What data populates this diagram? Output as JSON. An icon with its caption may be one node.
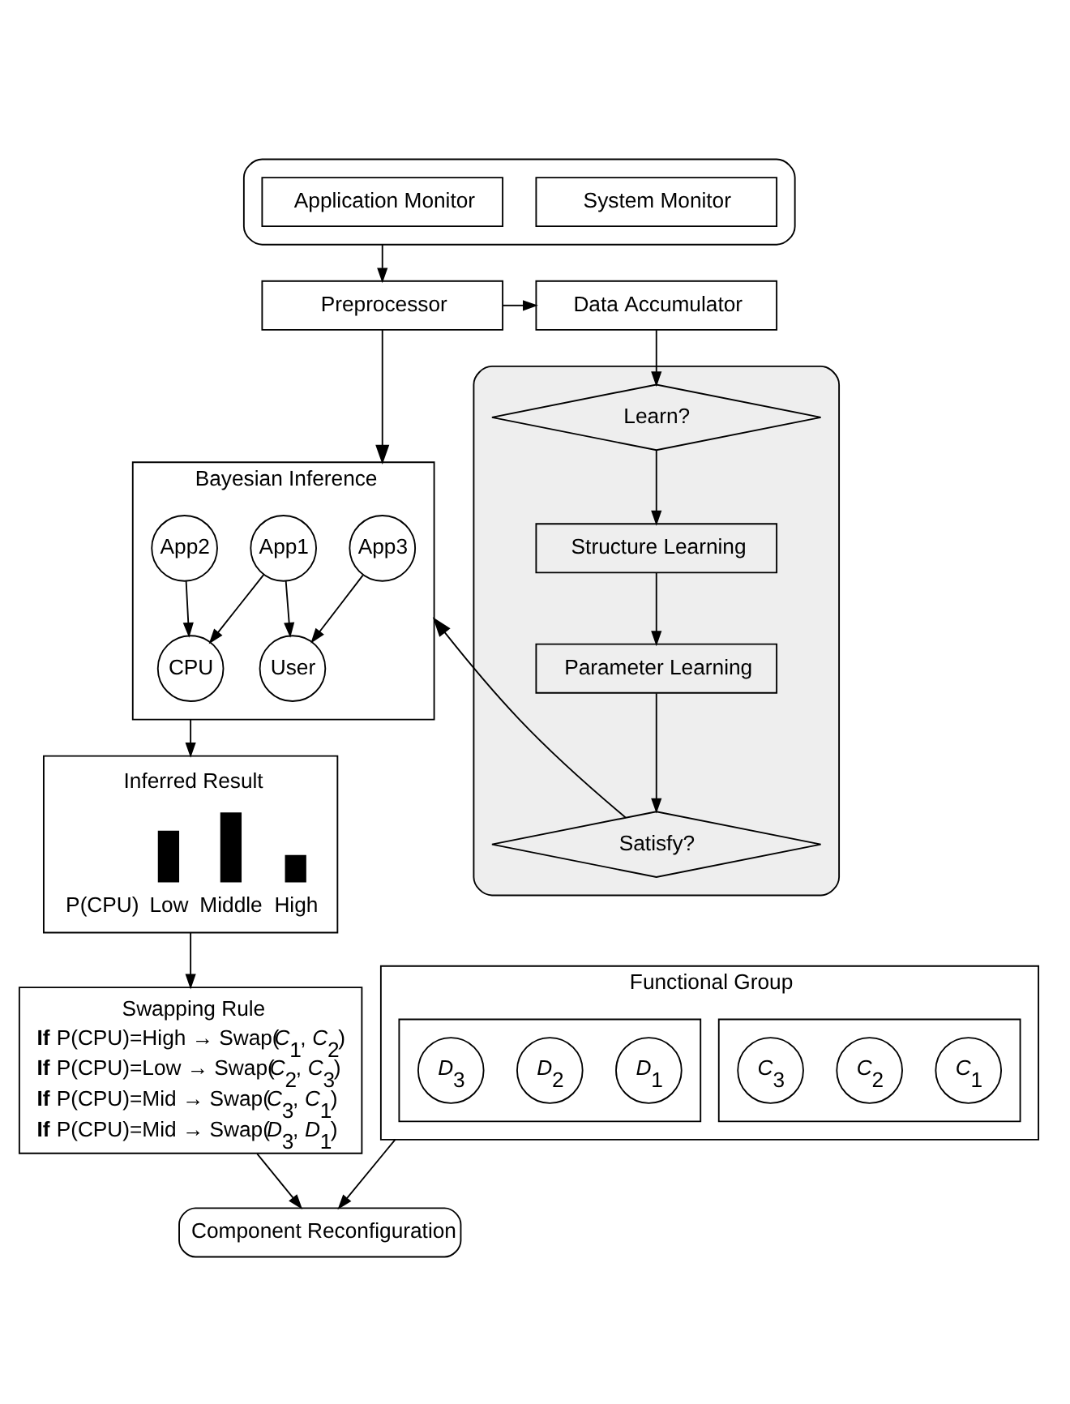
{
  "diagram": {
    "nodes": [
      {
        "text": [],
        "shape": "box"
      },
      {
        "text": [
          "System Monitor"
        ],
        "in": 0
      },
      {
        "text": [
          "Application Monitor"
        ],
        "in": 0
      },
      {
        "text": [
          "Preprocessor"
        ]
      },
      {
        "text": [
          "Data Accumulator"
        ]
      },
      {
        "text": [
          "Bayesian Inference"
        ]
      },
      {
        "text": [
          "App3"
        ],
        "in": 5
      },
      {
        "text": [
          "App1"
        ],
        "in": 5
      },
      {
        "text": [
          "App2"
        ],
        "in": 5
      },
      {
        "text": [
          "User"
        ],
        "in": 5
      },
      {
        "text": [
          "CPU"
        ],
        "in": 5
      },
      {
        "text": [],
        "shape": "box"
      },
      {
        "text": [
          "Learn?"
        ],
        "in": 11
      },
      {
        "text": [
          "Structure Learning"
        ],
        "in": 11
      },
      {
        "text": [
          "Parameter Learning"
        ],
        "in": 11
      },
      {
        "text": [
          "Satisfy?"
        ],
        "in": 11
      },
      {
        "text": [
          "Inferred Result",
          "P(CPU)",
          "Low",
          "Middle",
          "High"
        ]
      },
      {
        "text": [
          "Swapping Rule",
          "**If** P(CPU)=High → Swap(*C*$_{1}$, *C*$_{2}$)",
          "**If** P(CPU)=Low → Swap(*C*$_{2}$, *C*$_{3}$)",
          "**If** P(CPU)=Mid → Swap(*C*$_{3}$, *C*$_{1}$)",
          "**If** P(CPU)=Mid → Swap(*D*$_{3}$, *D*$_{1}$)"
        ]
      },
      {
        "text": [
          "Functional Group"
        ]
      },
      {
        "text": [],
        "shape": "box",
        "in": 18
      },
      {
        "text": [
          "*C*$_{1}$"
        ],
        "in": 19
      },
      {
        "text": [
          "*C*$_{2}$"
        ],
        "in": 19
      },
      {
        "text": [
          "*C*$_{3}$"
        ],
        "in": 19
      },
      {
        "text": [],
        "shape": "box",
        "in": 18
      },
      {
        "text": [
          "*D*$_{1}$"
        ],
        "in": 23
      },
      {
        "text": [
          "*D*$_{2}$"
        ],
        "in": 23
      },
      {
        "text": [
          "*D*$_{3}$"
        ],
        "in": 23
      },
      {
        "text": [
          "Component Reconfiguration"
        ]
      }
    ],
    "edges": [
      {
        "from": 0,
        "to": 3,
        "arrow": "to"
      },
      {
        "from": 3,
        "to": 4,
        "arrow": "to"
      },
      {
        "from": 3,
        "to": 5,
        "arrow": "to"
      },
      {
        "from": 4,
        "to": 12,
        "arrow": "to"
      },
      {
        "from": 6,
        "to": 9,
        "arrow": "to"
      },
      {
        "from": 7,
        "to": 9,
        "arrow": "to"
      },
      {
        "from": 7,
        "to": 10,
        "arrow": "to"
      },
      {
        "from": 8,
        "to": 10,
        "arrow": "to"
      },
      {
        "from": 12,
        "to": 13,
        "arrow": "to"
      },
      {
        "from": 13,
        "to": 14,
        "arrow": "to"
      },
      {
        "from": 14,
        "to": 15,
        "arrow": "to"
      },
      {
        "from": 15,
        "to": 5,
        "arrow": "to"
      },
      {
        "from": 5,
        "to": 16,
        "arrow": "to"
      },
      {
        "from": 16,
        "to": 17,
        "arrow": "to"
      },
      {
        "from": 17,
        "to": 27,
        "arrow": "to"
      },
      {
        "from": 18,
        "to": 27,
        "arrow": "to"
      }
    ]
  }
}
